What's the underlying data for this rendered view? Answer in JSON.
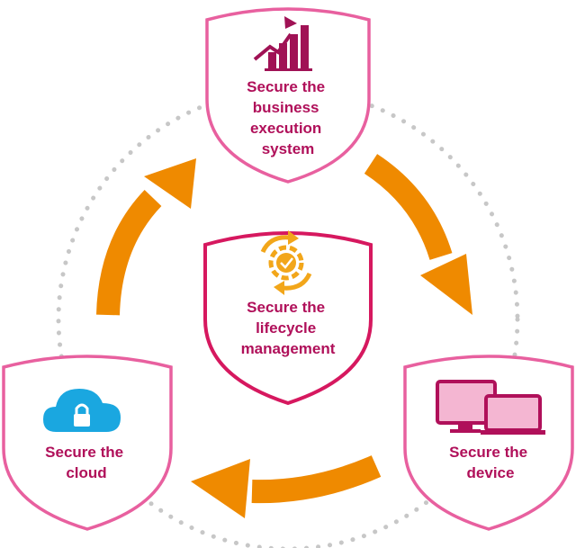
{
  "diagram": {
    "colors": {
      "shield_outer": "#e8609f",
      "shield_center": "#d6185f",
      "arrow": "#ef8a00",
      "text": "#b0105a",
      "dots": "#c7c7c7",
      "cloud": "#1aa7e0",
      "device_fill": "#f4b6d2",
      "device_stroke": "#b0105a",
      "chart_icon": "#a01255",
      "gear_icon": "#f2a61a"
    },
    "nodes": {
      "business": {
        "icon": "bar-chart-growth-icon",
        "lines": [
          "Secure the",
          "business",
          "execution",
          "system"
        ]
      },
      "center": {
        "icon": "gear-cycle-icon",
        "lines": [
          "Secure the",
          "lifecycle",
          "management"
        ]
      },
      "cloud": {
        "icon": "cloud-lock-icon",
        "lines": [
          "Secure the",
          "cloud"
        ]
      },
      "device": {
        "icon": "monitor-laptop-icon",
        "lines": [
          "Secure the",
          "device"
        ]
      }
    }
  }
}
